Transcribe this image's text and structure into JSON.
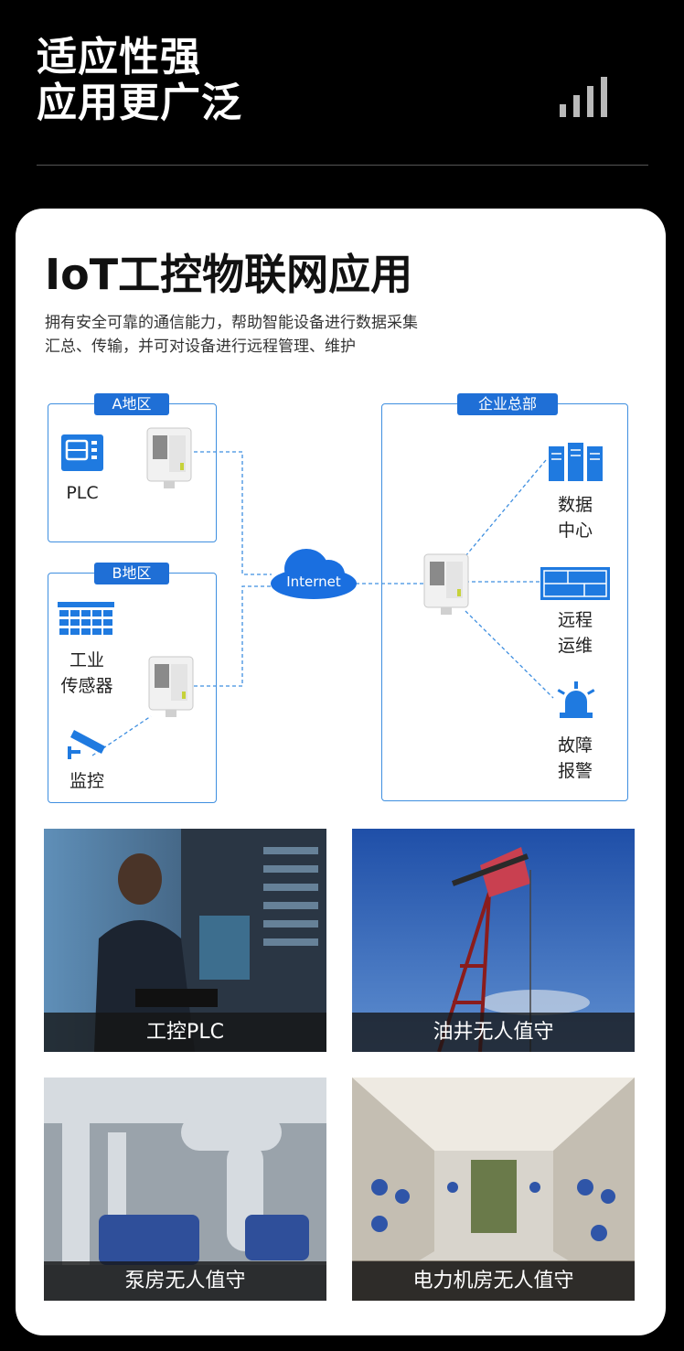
{
  "header": {
    "title_line1": "适应性强",
    "title_line2": "应用更广泛"
  },
  "card": {
    "title": "IoT工控物联网应用",
    "desc_line1": "拥有安全可靠的通信能力，帮助智能设备进行数据采集",
    "desc_line2": "汇总、传输，并可对设备进行远程管理、维护"
  },
  "diagram": {
    "zone_a": {
      "tag": "A地区",
      "plc_label": "PLC"
    },
    "zone_b": {
      "tag": "B地区",
      "sensor_label": "工业\n传感器",
      "monitor_label": "监控"
    },
    "cloud_label": "Internet",
    "hq": {
      "tag": "企业总部",
      "datacenter_label": "数据\n中心",
      "remote_label": "远程\n运维",
      "alarm_label": "故障\n报警"
    },
    "accent_color": "#1f6fd6"
  },
  "photos": [
    {
      "caption": "工控PLC"
    },
    {
      "caption": "油井无人值守"
    },
    {
      "caption": "泵房无人值守"
    },
    {
      "caption": "电力机房无人值守"
    }
  ]
}
